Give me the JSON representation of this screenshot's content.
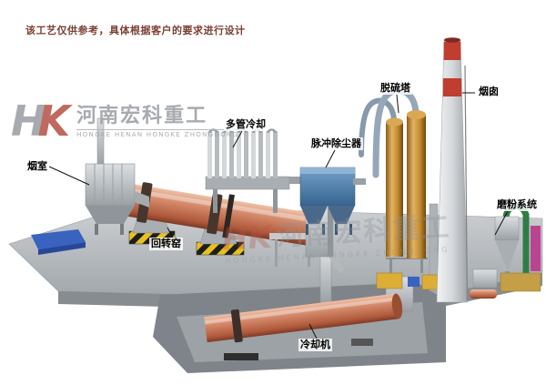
{
  "disclaimer": "该工艺仅供参考，具体根据客户的要求进行设计",
  "brand": {
    "letter_h": "H",
    "letter_k": "K",
    "company_cn": "河南宏科重工",
    "company_en": "HONGKE HENAN HONGKE ZHONGGONG"
  },
  "labels": {
    "smoke_chamber": "烟室",
    "multi_tube_cooler": "多管冷却",
    "pulse_dust_collector": "脉冲除尘器",
    "desulfurization_tower": "脱硫塔",
    "chimney": "烟囱",
    "grinding_system": "磨粉系统",
    "rotary_kiln": "回转窑",
    "cooling_machine": "冷却机"
  },
  "colors": {
    "kiln_shell": "#c9694a",
    "dust_collector": "#4a7fb5",
    "desulfurization_tower": "#b57d2e",
    "chimney_band": "#bf3e30",
    "hazard_yellow": "#e8c11c",
    "platform": "#b4b8bc",
    "watermark_gray": "#9ba0a4",
    "watermark_red": "#b8554a",
    "disclaimer_text": "#7b3f32",
    "pipe_green": "#2f7d46",
    "pallet_blue": "#3a63c0"
  }
}
